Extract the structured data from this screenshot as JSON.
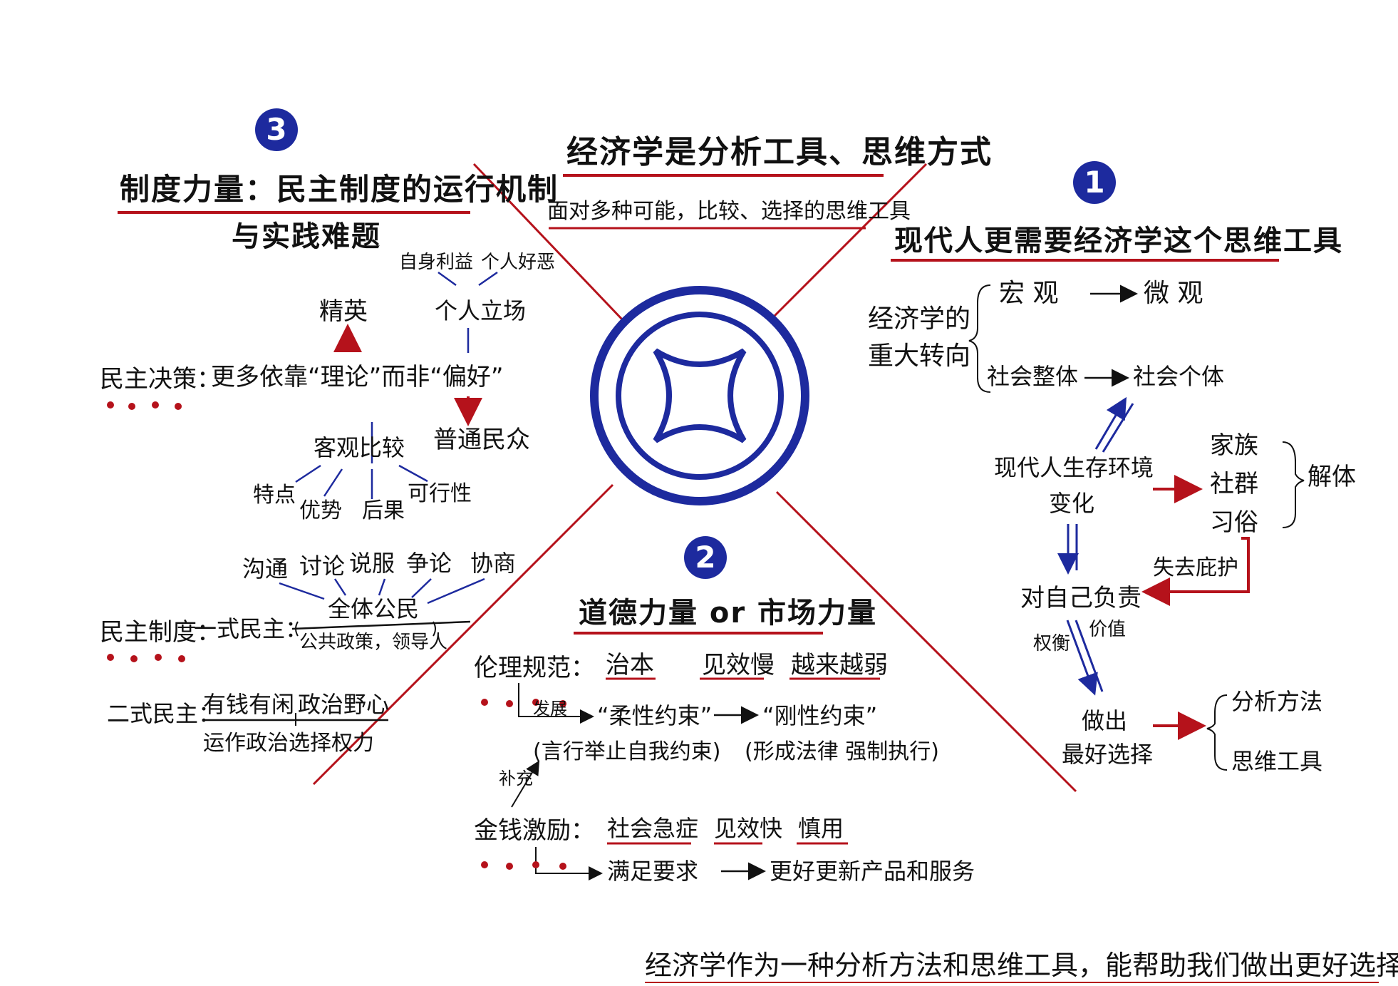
{
  "center": {
    "title": "经济学是分析工具、思维方式",
    "subtitle": "面对多种可能，比较、选择的思维工具"
  },
  "section1": {
    "badge": "1",
    "title": "现代人更需要经济学这个思维工具",
    "shift_label_1": "经济学的",
    "shift_label_2": "重大转向",
    "macro": "宏 观",
    "micro": "微 观",
    "society_whole": "社会整体",
    "society_individual": "社会个体",
    "env_1": "现代人生存环境",
    "env_2": "变化",
    "family": "家族",
    "community": "社群",
    "custom": "习俗",
    "dissolve": "解体",
    "lost_protection": "失去庇护",
    "self_responsible": "对自己负责",
    "weigh": "权衡",
    "value": "价值",
    "best_choice_1": "做出",
    "best_choice_2": "最好选择",
    "method": "分析方法",
    "thinking_tool": "思维工具"
  },
  "section2": {
    "badge": "2",
    "title": "道德力量 or 市场力量",
    "ethics_label": "伦理规范：",
    "ethics_a": "治本",
    "ethics_b": "见效慢",
    "ethics_c": "越来越弱",
    "develop": "发展",
    "soft": "“柔性约束”",
    "hard": "“刚性约束”",
    "soft_note": "(言行举止自我约束)",
    "hard_note": "(形成法律 强制执行)",
    "supplement": "补充",
    "money_label": "金钱激励：",
    "money_a": "社会急症",
    "money_b": "见效快",
    "money_c": "慎用",
    "money_result": "满足要求",
    "money_goal": "更好更新产品和服务"
  },
  "section3": {
    "badge": "3",
    "title_1": "制度力量：民主制度的运行机制",
    "title_2": "与实践难题",
    "self_interest": "自身利益",
    "personal_pref": "个人好恶",
    "personal_stance": "个人立场",
    "elite": "精英",
    "decision_label": "民主决策：",
    "decision_text": "更多依靠“理论”而非“偏好”",
    "common_people": "普通民众",
    "objective_compare": "客观比较",
    "features": "特点",
    "advantages": "优势",
    "consequences": "后果",
    "feasibility": "可行性",
    "communicate": "沟通",
    "discuss": "讨论",
    "persuade": "说服",
    "debate": "争论",
    "negotiate": "协商",
    "all_citizens": "全体公民",
    "system_label": "民主制度：",
    "type1": "一式民主：",
    "policy_leaders": "公共政策，领导人",
    "type2": "二式民主：",
    "type2_a": "有钱有闲",
    "type2_b": "政治野心",
    "type2_c": "运作政治选择权力"
  },
  "conclusion": "经济学作为一种分析方法和思维工具，能帮助我们做出更好选择。",
  "colors": {
    "red": "#b5121b",
    "blue": "#1d2a9e",
    "ink": "#111111"
  }
}
